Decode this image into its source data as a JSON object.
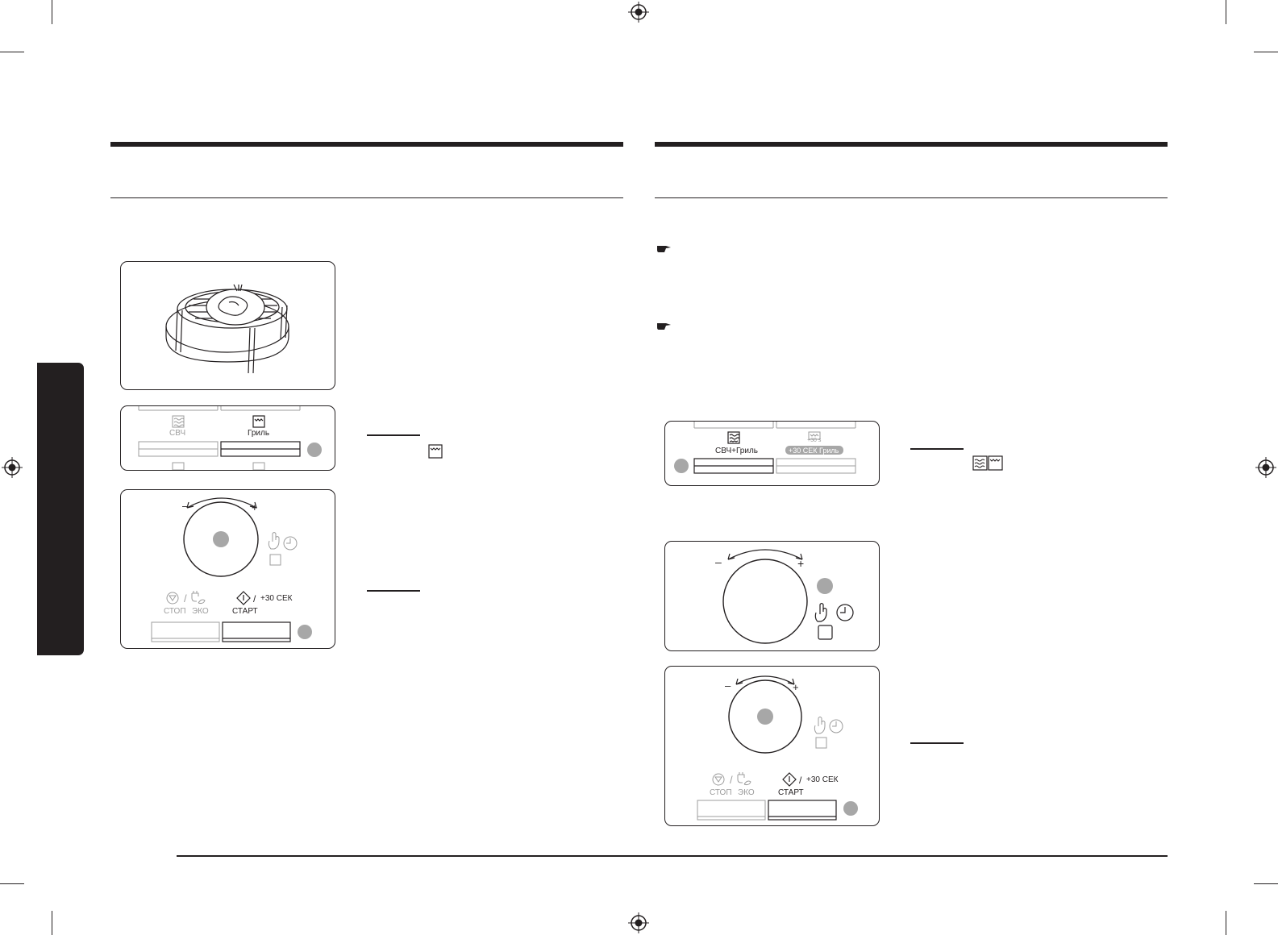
{
  "left_page": {
    "grill_panel": {
      "mw_label": "СВЧ",
      "grill_label": "Гриль"
    },
    "start_panel": {
      "stop_label": "СТОП",
      "eco_label": "ЭКО",
      "start_label": "СТАРТ",
      "plus30_label": "+30 СЕК"
    }
  },
  "right_page": {
    "combo_panel": {
      "combo_label": "СВЧ+Гриль",
      "plus30_grill_label": "+30 СЕК Гриль",
      "plus30_small": "+30 s"
    },
    "start_panel": {
      "stop_label": "СТОП",
      "eco_label": "ЭКО",
      "start_label": "СТАРТ",
      "plus30_label": "+30 СЕК"
    }
  },
  "icons": [
    "registration-mark-icon",
    "hand-pointer-icon",
    "microwave-icon",
    "grill-icon",
    "combi-icon",
    "stop-icon",
    "eco-icon",
    "start-icon",
    "hand-icon",
    "clock-icon"
  ],
  "colors": {
    "ink": "#231f20",
    "gray_text": "#9d9d9d",
    "marker": "#a7a7a7"
  }
}
